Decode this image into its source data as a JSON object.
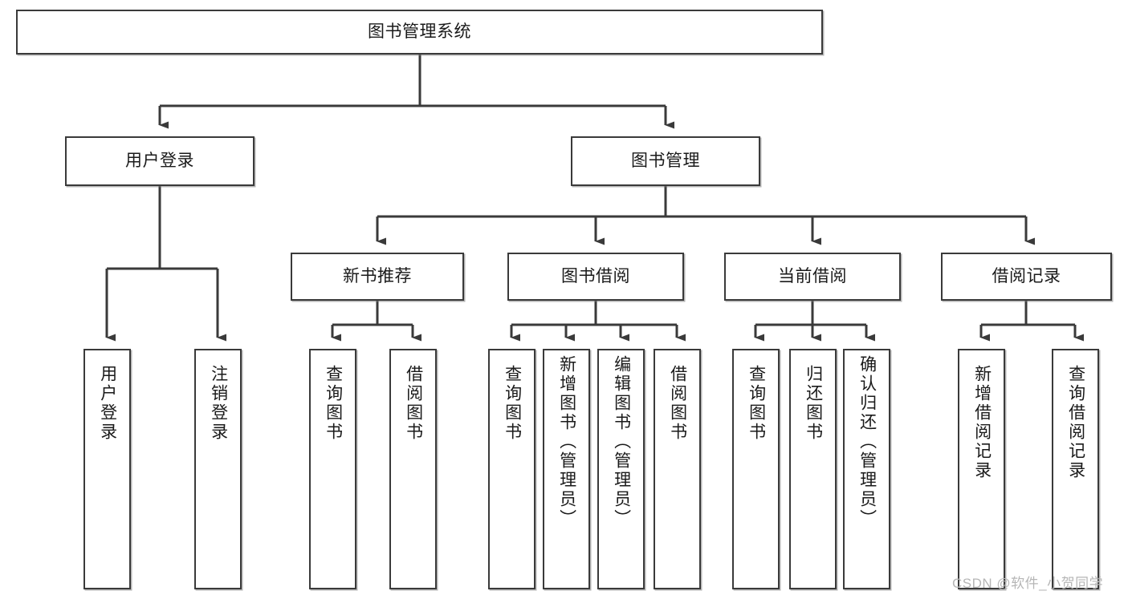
{
  "diagram": {
    "type": "tree-hierarchy",
    "title": "图书管理系统",
    "watermark": "CSDN @软件_小贺同学",
    "colors": {
      "box_border": "#3a3a3a",
      "box_fill": "#ffffff",
      "connector": "#3a3a3a",
      "text": "#1a1a1a",
      "watermark": "#b6b6b6"
    },
    "levels": {
      "root": {
        "label": "图书管理系统"
      },
      "level2": [
        {
          "label": "用户登录"
        },
        {
          "label": "图书管理"
        }
      ],
      "level3": [
        {
          "label": "新书推荐"
        },
        {
          "label": "图书借阅"
        },
        {
          "label": "当前借阅"
        },
        {
          "label": "借阅记录"
        }
      ],
      "leaves": {
        "user_login": [
          {
            "label": "用户登录"
          },
          {
            "label": "注销登录"
          }
        ],
        "new_book_recommend": [
          {
            "label": "查询图书"
          },
          {
            "label": "借阅图书"
          }
        ],
        "book_borrow": [
          {
            "label": "查询图书"
          },
          {
            "label": "新增图书（管理员）"
          },
          {
            "label": "编辑图书（管理员）"
          },
          {
            "label": "借阅图书"
          }
        ],
        "current_borrow": [
          {
            "label": "查询图书"
          },
          {
            "label": "归还图书"
          },
          {
            "label": "确认归还（管理员）"
          }
        ],
        "borrow_record": [
          {
            "label": "新增借阅记录"
          },
          {
            "label": "查询借阅记录"
          }
        ]
      }
    }
  }
}
